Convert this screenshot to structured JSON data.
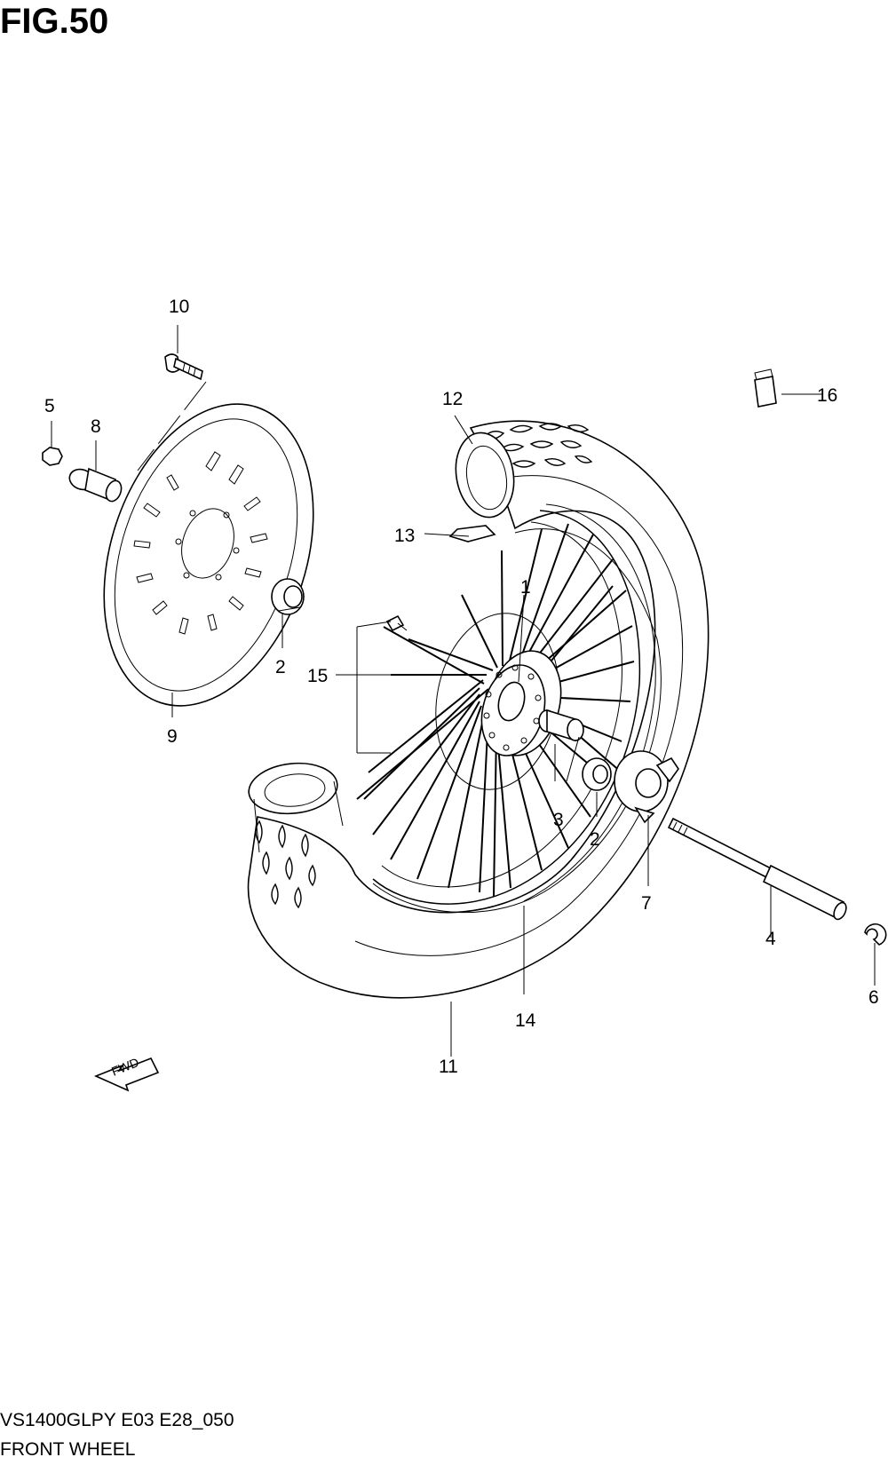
{
  "figure": {
    "title": "FIG.50",
    "model_code": "VS1400GLPY E03 E28_050",
    "name": "FRONT WHEEL",
    "direction_marker": "FWD"
  },
  "callouts": {
    "c1": "1",
    "c2a": "2",
    "c2b": "2",
    "c3": "3",
    "c4": "4",
    "c5": "5",
    "c6": "6",
    "c7": "7",
    "c8": "8",
    "c9": "9",
    "c10": "10",
    "c11": "11",
    "c12": "12",
    "c13": "13",
    "c14": "14",
    "c15": "15",
    "c16": "16"
  }
}
